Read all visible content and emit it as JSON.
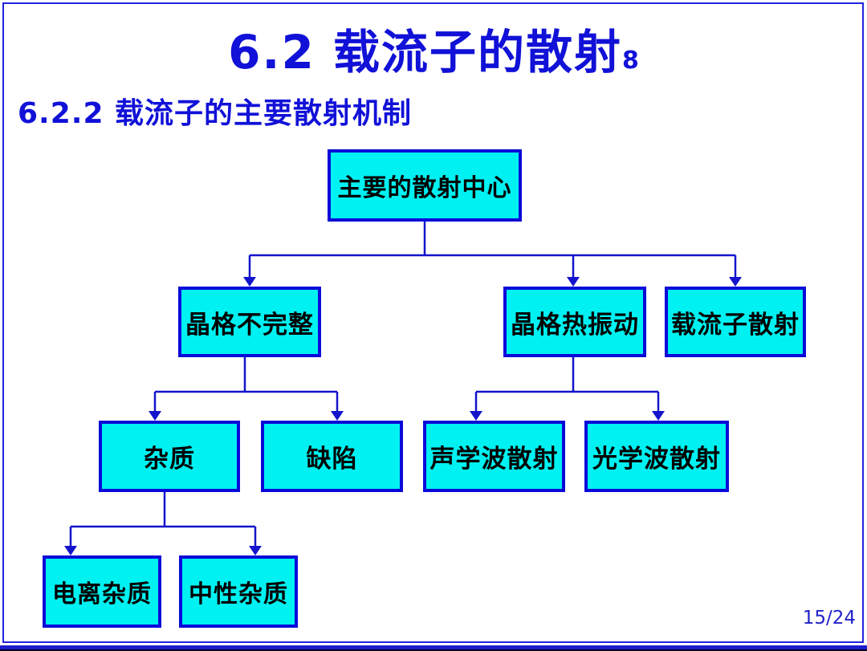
{
  "slide": {
    "title": "6.2 载流子的散射",
    "title_footnote": "8",
    "subtitle": "6.2.2 载流子的主要散射机制",
    "page_indicator": "15/24",
    "colors": {
      "title_blue": "#1111d8",
      "box_fill_cyan": "#00f1f1",
      "box_border_blue": "#0a0ad8",
      "connector_blue": "#1414cc",
      "frame_blue": "#2222dd",
      "box_text": "#000000"
    }
  },
  "diagram": {
    "type": "tree",
    "nodes": [
      {
        "id": "root",
        "label": "主要的散射中心",
        "parent": null
      },
      {
        "id": "lattice-imperfection",
        "label": "晶格不完整",
        "parent": "root"
      },
      {
        "id": "lattice-thermal-vibration",
        "label": "晶格热振动",
        "parent": "root"
      },
      {
        "id": "carrier-carrier-scattering",
        "label": "载流子散射",
        "parent": "root"
      },
      {
        "id": "impurity",
        "label": "杂质",
        "parent": "lattice-imperfection"
      },
      {
        "id": "defect",
        "label": "缺陷",
        "parent": "lattice-imperfection"
      },
      {
        "id": "acoustic-wave-scattering",
        "label": "声学波散射",
        "parent": "lattice-thermal-vibration"
      },
      {
        "id": "optical-wave-scattering",
        "label": "光学波散射",
        "parent": "lattice-thermal-vibration"
      },
      {
        "id": "ionized-impurity",
        "label": "电离杂质",
        "parent": "impurity"
      },
      {
        "id": "neutral-impurity",
        "label": "中性杂质",
        "parent": "impurity"
      }
    ]
  }
}
